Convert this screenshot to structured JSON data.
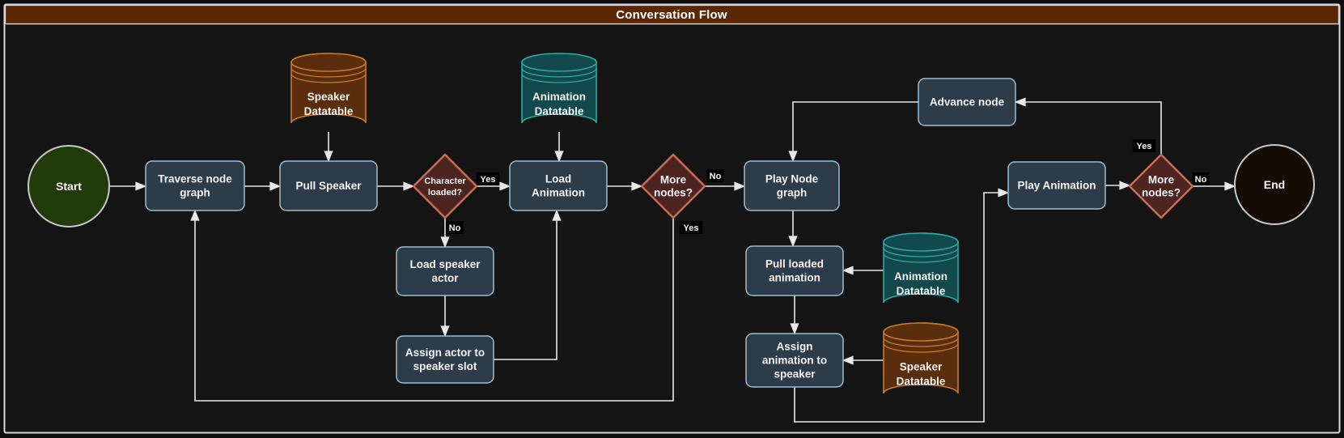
{
  "title": "Conversation Flow",
  "colors": {
    "page_bg": "#0e0e0e",
    "canvas_bg": "#141414",
    "frame_border": "#d9d9d9",
    "title_bg": "#5a2700",
    "title_text": "#ffffff",
    "text": "#f5f5f5",
    "edge": "#e8e8e8",
    "edge_label_bg": "#000000",
    "process_fill": "#2d3c49",
    "process_stroke": "#9dbdd4",
    "decision_fill": "#4c2420",
    "decision_stroke": "#c96e55",
    "speaker_db_fill": "#5a2d0d",
    "speaker_db_stroke": "#c97b26",
    "animation_db_fill": "#11494d",
    "animation_db_stroke": "#2ba8a3",
    "start_fill": "#213c0a",
    "end_fill": "#130b04",
    "terminal_stroke": "#c9c9c9"
  },
  "nodes": [
    {
      "id": "start",
      "type": "start",
      "label": "Start"
    },
    {
      "id": "traverse_node_graph",
      "type": "process",
      "label": "Traverse node\ngraph"
    },
    {
      "id": "pull_speaker",
      "type": "process",
      "label": "Pull Speaker"
    },
    {
      "id": "speaker_datatable_1",
      "type": "datastore_speaker",
      "label": "Speaker\nDatatable"
    },
    {
      "id": "character_loaded",
      "type": "decision",
      "label": "Character\nloaded?"
    },
    {
      "id": "load_animation",
      "type": "process",
      "label": "Load\nAnimation"
    },
    {
      "id": "animation_datatable_1",
      "type": "datastore_animation",
      "label": "Animation\nDatatable"
    },
    {
      "id": "more_nodes_1",
      "type": "decision",
      "label": "More\nnodes?"
    },
    {
      "id": "play_node_graph",
      "type": "process",
      "label": "Play Node\ngraph"
    },
    {
      "id": "advance_node",
      "type": "process",
      "label": "Advance node"
    },
    {
      "id": "pull_loaded_animation",
      "type": "process",
      "label": "Pull loaded\nanimation"
    },
    {
      "id": "animation_datatable_2",
      "type": "datastore_animation",
      "label": "Animation\nDatatable"
    },
    {
      "id": "assign_animation_to_speaker",
      "type": "process",
      "label": "Assign\nanimation to\nspeaker"
    },
    {
      "id": "speaker_datatable_2",
      "type": "datastore_speaker",
      "label": "Speaker\nDatatable"
    },
    {
      "id": "load_speaker_actor",
      "type": "process",
      "label": "Load speaker\nactor"
    },
    {
      "id": "assign_actor_to_speaker_slot",
      "type": "process",
      "label": "Assign actor to\nspeaker slot"
    },
    {
      "id": "play_animation",
      "type": "process",
      "label": "Play Animation"
    },
    {
      "id": "more_nodes_2",
      "type": "decision",
      "label": "More\nnodes?"
    },
    {
      "id": "end",
      "type": "end",
      "label": "End"
    }
  ],
  "edges": [
    {
      "from": "start",
      "to": "traverse_node_graph",
      "label": ""
    },
    {
      "from": "traverse_node_graph",
      "to": "pull_speaker",
      "label": ""
    },
    {
      "from": "speaker_datatable_1",
      "to": "pull_speaker",
      "label": ""
    },
    {
      "from": "pull_speaker",
      "to": "character_loaded",
      "label": ""
    },
    {
      "from": "character_loaded",
      "to": "load_animation",
      "label": "Yes"
    },
    {
      "from": "character_loaded",
      "to": "load_speaker_actor",
      "label": "No"
    },
    {
      "from": "load_speaker_actor",
      "to": "assign_actor_to_speaker_slot",
      "label": ""
    },
    {
      "from": "assign_actor_to_speaker_slot",
      "to": "load_animation",
      "label": ""
    },
    {
      "from": "animation_datatable_1",
      "to": "load_animation",
      "label": ""
    },
    {
      "from": "load_animation",
      "to": "more_nodes_1",
      "label": ""
    },
    {
      "from": "more_nodes_1",
      "to": "play_node_graph",
      "label": "No"
    },
    {
      "from": "more_nodes_1",
      "to": "traverse_node_graph",
      "label": "Yes"
    },
    {
      "from": "play_node_graph",
      "to": "pull_loaded_animation",
      "label": ""
    },
    {
      "from": "animation_datatable_2",
      "to": "pull_loaded_animation",
      "label": ""
    },
    {
      "from": "pull_loaded_animation",
      "to": "assign_animation_to_speaker",
      "label": ""
    },
    {
      "from": "speaker_datatable_2",
      "to": "assign_animation_to_speaker",
      "label": ""
    },
    {
      "from": "assign_animation_to_speaker",
      "to": "play_animation",
      "label": ""
    },
    {
      "from": "play_animation",
      "to": "more_nodes_2",
      "label": ""
    },
    {
      "from": "more_nodes_2",
      "to": "advance_node",
      "label": "Yes"
    },
    {
      "from": "advance_node",
      "to": "play_node_graph",
      "label": ""
    },
    {
      "from": "more_nodes_2",
      "to": "end",
      "label": "No"
    }
  ]
}
